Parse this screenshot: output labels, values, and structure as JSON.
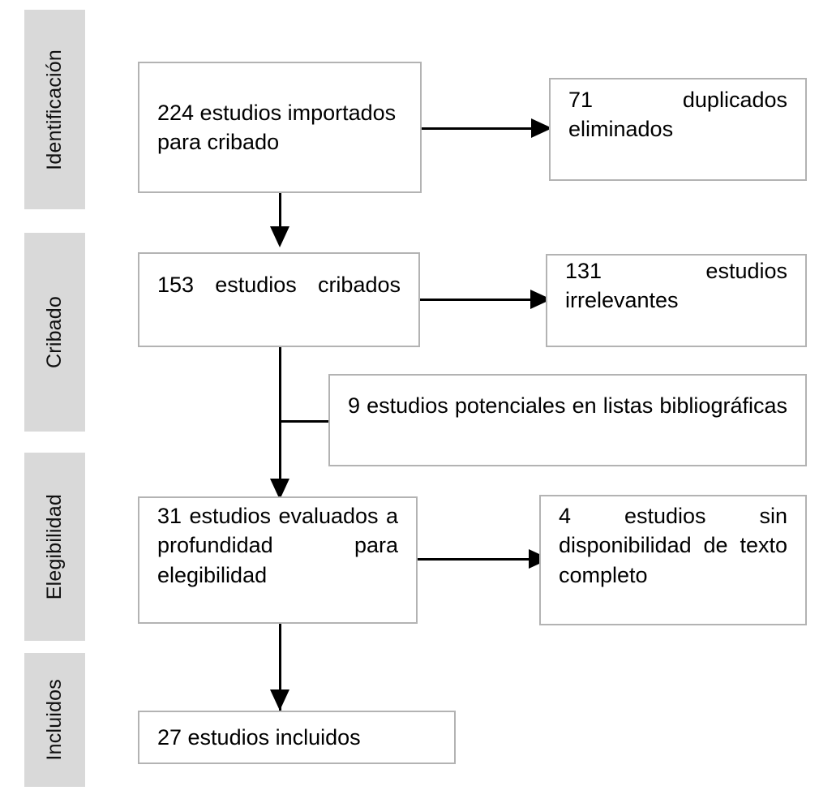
{
  "diagram": {
    "type": "prisma-flow-diagram",
    "language": "es",
    "colors": {
      "phase_band_background": "#d9d9d9",
      "box_border": "#b3b3b3",
      "box_background": "#ffffff",
      "arrow": "#000000",
      "text": "#000000",
      "page_background": "#ffffff"
    },
    "phases": [
      {
        "id": "identificacion",
        "label": "Identificación"
      },
      {
        "id": "cribado",
        "label": "Cribado"
      },
      {
        "id": "elegibilidad",
        "label": "Elegibilidad"
      },
      {
        "id": "incluidos",
        "label": "Incluidos"
      }
    ],
    "nodes": [
      {
        "id": "imported",
        "phase": "identificacion",
        "count": 224,
        "text": "224 estudios importados para cribado",
        "lines": [
          "224 estudios",
          "importados para",
          "cribado"
        ]
      },
      {
        "id": "duplicates-removed",
        "phase": "identificacion",
        "count": 71,
        "text": "71 duplicados eliminados",
        "lines": [
          "71 duplicados",
          "eliminados"
        ]
      },
      {
        "id": "screened",
        "phase": "cribado",
        "count": 153,
        "text": "153 estudios cribados",
        "lines": [
          "153 estudios",
          "cribados"
        ]
      },
      {
        "id": "irrelevant",
        "phase": "cribado",
        "count": 131,
        "text": "131 estudios irrelevantes",
        "lines": [
          "131 estudios",
          "irrelevantes"
        ]
      },
      {
        "id": "reference-lists",
        "phase": "cribado",
        "count": 9,
        "text": "9 estudios potenciales en listas bibliográficas",
        "lines": [
          "9 estudios potenciales en listas",
          "bibliográficas"
        ]
      },
      {
        "id": "assessed",
        "phase": "elegibilidad",
        "count": 31,
        "text": "31 estudios evaluados a profundidad para elegibilidad",
        "lines": [
          "31 estudios evalua-",
          "dos a profundidad",
          "para elegibilidad"
        ]
      },
      {
        "id": "no-full-text",
        "phase": "elegibilidad",
        "count": 4,
        "text": "4 estudios sin disponibilidad de texto completo",
        "lines": [
          "4 estudios sin dis-",
          "ponibilidad de texto",
          "completo"
        ]
      },
      {
        "id": "included",
        "phase": "incluidos",
        "count": 27,
        "text": "27 estudios incluidos",
        "lines": [
          "27 estudios incluidos"
        ]
      }
    ],
    "edges": [
      {
        "from": "imported",
        "to": "duplicates-removed",
        "direction": "right",
        "arrowhead": true
      },
      {
        "from": "imported",
        "to": "screened",
        "direction": "down",
        "arrowhead": true
      },
      {
        "from": "screened",
        "to": "irrelevant",
        "direction": "right",
        "arrowhead": true
      },
      {
        "from": "screened",
        "to": "assessed",
        "direction": "down",
        "arrowhead": true
      },
      {
        "from": "reference-lists",
        "to": "assessed",
        "direction": "left",
        "arrowhead": false
      },
      {
        "from": "assessed",
        "to": "no-full-text",
        "direction": "right",
        "arrowhead": true
      },
      {
        "from": "assessed",
        "to": "included",
        "direction": "down",
        "arrowhead": true
      }
    ]
  }
}
